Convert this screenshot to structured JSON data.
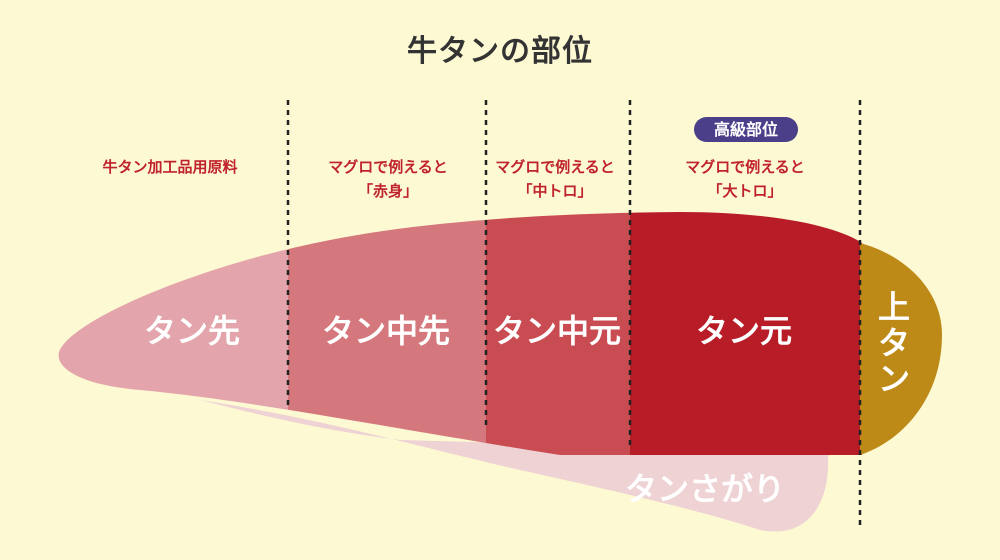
{
  "title": "牛タンの部位",
  "badge": "高級部位",
  "notes": {
    "tip": "牛タン加工品用原料",
    "nakasaki": [
      "マグロで例えると",
      "「赤身」"
    ],
    "nakamoto": [
      "マグロで例えると",
      "「中トロ」"
    ],
    "tanmoto": [
      "マグロで例えると",
      "「大トロ」"
    ]
  },
  "segments": {
    "tansaki": "タン先",
    "tan_nakasaki": "タン中先",
    "tan_nakamoto": "タン中元",
    "tanmoto": "タン元",
    "jo_tan": [
      "上",
      "タ",
      "ン"
    ],
    "sagari": "タンさがり"
  },
  "colors": {
    "background": "#fdf9d3",
    "tansaki": "#e3a5ab",
    "tan_nakasaki": "#d5787d",
    "tan_nakamoto": "#c94c53",
    "tanmoto": "#b81c26",
    "jo_tan": "#bd8a18",
    "sagari": "#efd2d4",
    "note_text": "#c0222c",
    "badge": "#4a3f88",
    "title": "#333333"
  }
}
